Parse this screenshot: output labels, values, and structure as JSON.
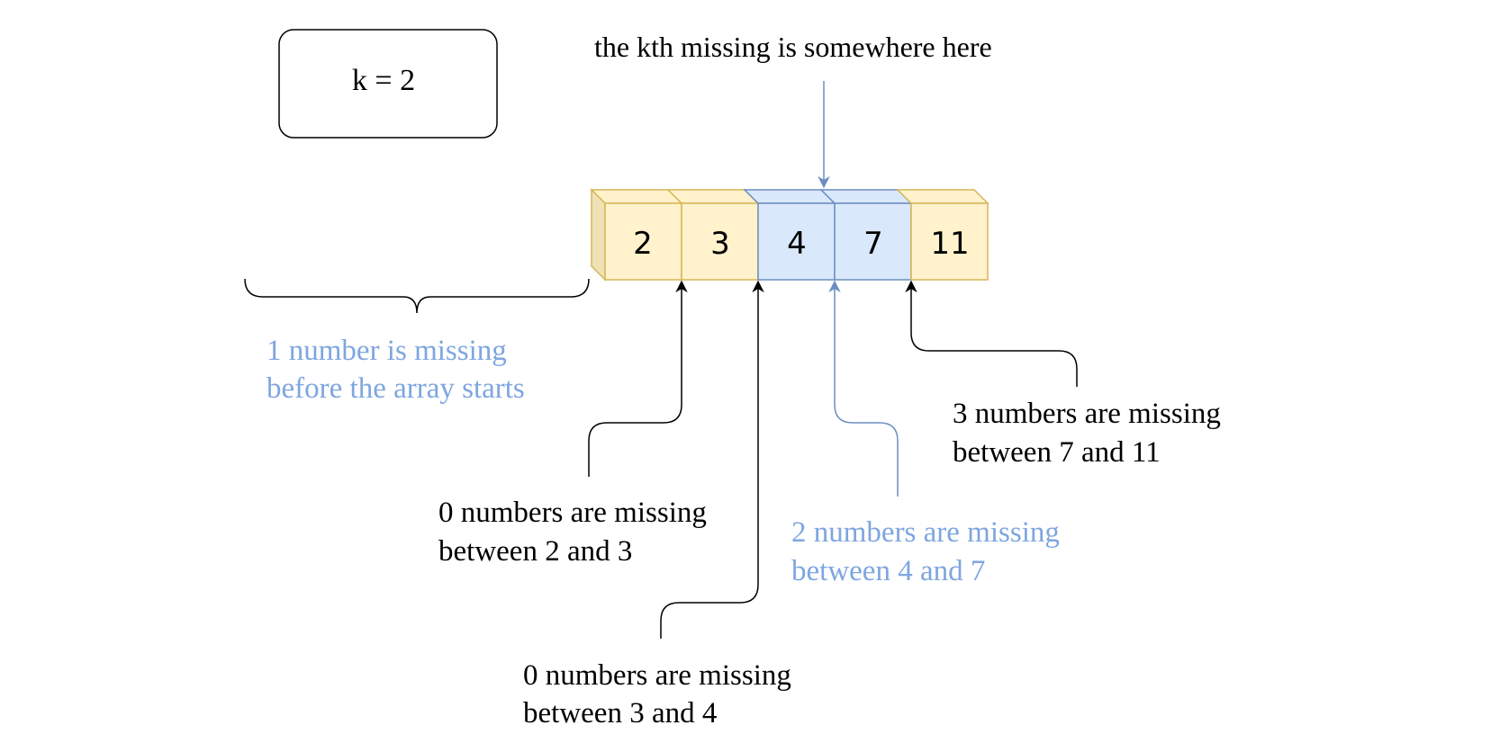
{
  "k_box": {
    "label": "k = 2"
  },
  "array": {
    "cells": [
      {
        "value": "2",
        "highlight": false
      },
      {
        "value": "3",
        "highlight": false
      },
      {
        "value": "4",
        "highlight": true
      },
      {
        "value": "7",
        "highlight": true
      },
      {
        "value": "11",
        "highlight": false
      }
    ]
  },
  "annotations": {
    "kth_pointer": "the kth missing is somewhere here",
    "before_array": {
      "line1": "1 number is missing",
      "line2": "before the array starts"
    },
    "gap_2_3": {
      "line1": "0 numbers are missing",
      "line2": "between 2 and 3"
    },
    "gap_3_4": {
      "line1": "0 numbers are missing",
      "line2": "between 3 and 4"
    },
    "gap_4_7": {
      "line1": "2 numbers are missing",
      "line2": "between 4 and 7"
    },
    "gap_7_11": {
      "line1": "3 numbers are missing",
      "line2": "between 7 and 11"
    }
  },
  "colors": {
    "yellow_fill": "#fff2cc",
    "yellow_side": "#f0e2b6",
    "yellow_stroke": "#d6b656",
    "blue_fill": "#dae8fc",
    "blue_side": "#c7d8f0",
    "blue_stroke": "#6c8ebf",
    "blue_text": "#7ea6e0",
    "black": "#000000"
  }
}
